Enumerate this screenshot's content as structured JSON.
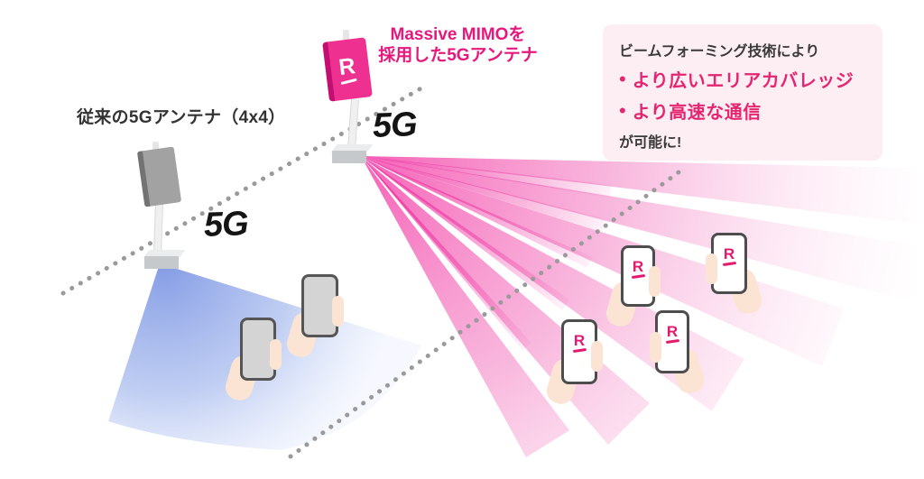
{
  "legacy_antenna": {
    "caption": "従来の5Gアンテナ（4x4）",
    "signal_label": "5G"
  },
  "mimo_antenna": {
    "caption_line1": "Massive MIMOを",
    "caption_line2": "採用した5Gアンテナ",
    "signal_label": "5G",
    "logo_letter": "R"
  },
  "benefits_box": {
    "intro": "ビームフォーミング技術により",
    "bullet_marker": "•",
    "bullets": [
      "より広いエリアカバレッジ",
      "より高速な通信"
    ],
    "outro": "が可能に!"
  },
  "phone_logo_letter": "R",
  "colors": {
    "brand_pink": "#e5256f",
    "antenna_panel_pink": "#ee3190",
    "beam_pink": "#f55fb4",
    "beam_blue": "#7e96e2",
    "benefits_box_bg": "#fdeef4",
    "text_dark": "#333333",
    "dotted_line_gray": "#9a9a9a"
  }
}
